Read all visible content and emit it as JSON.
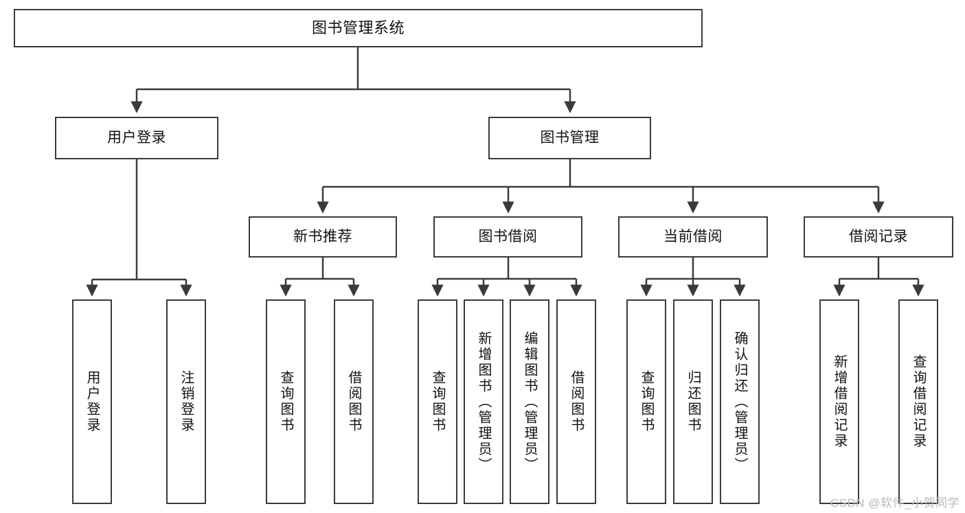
{
  "diagram": {
    "title": "图书管理系统",
    "type": "tree-hierarchy-chart",
    "watermark": "CSDN @软件_小贺同学"
  },
  "nodes": {
    "root": {
      "label": "图书管理系统"
    },
    "level1": [
      {
        "label": "用户登录"
      },
      {
        "label": "图书管理"
      }
    ],
    "level2": [
      {
        "label": "新书推荐"
      },
      {
        "label": "图书借阅"
      },
      {
        "label": "当前借阅"
      },
      {
        "label": "借阅记录"
      }
    ],
    "leaves": {
      "user_login": [
        {
          "label": "用户登录"
        },
        {
          "label": "注销登录"
        }
      ],
      "new_book_recommend": [
        {
          "label": "查询图书"
        },
        {
          "label": "借阅图书"
        }
      ],
      "book_borrow": [
        {
          "label": "查询图书"
        },
        {
          "label": "新增图书（管理员）"
        },
        {
          "label": "编辑图书（管理员）"
        },
        {
          "label": "借阅图书"
        }
      ],
      "current_borrow": [
        {
          "label": "查询图书"
        },
        {
          "label": "归还图书"
        },
        {
          "label": "确认归还（管理员）"
        }
      ],
      "borrow_record": [
        {
          "label": "新增借阅记录"
        },
        {
          "label": "查询借阅记录"
        }
      ]
    }
  },
  "colors": {
    "border": "#3a3a3a",
    "background": "#ffffff",
    "text": "#111111",
    "watermark": "#b9b9b9"
  }
}
